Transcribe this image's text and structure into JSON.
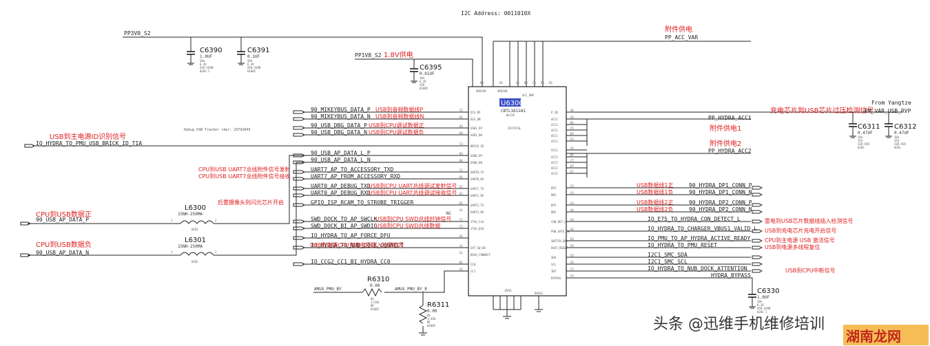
{
  "header": {
    "i2c_address": "I2C Address: 0011010X"
  },
  "rails": {
    "pp3v0": "PP3V0_S2",
    "pp1v8": "PP1V8_S2",
    "pp1v8_note": "1.8V供电",
    "acc_var": "PP_ACC_VAR",
    "acc_var_note": "附件供电",
    "hydra_acc1": "PP_HYDRA_ACC1",
    "hydra_acc1_note": "附件供电1",
    "hydra_acc2": "PP_HYDRA_ACC2",
    "hydra_acc2_note": "附件供电2",
    "usb_rvp": "PP_VAR_USB_RVP",
    "usb_rvp_note": "充电芯片到USB芯片过压检测信号",
    "from_yangtze": "From Yangtze"
  },
  "debug_tracker": "Debug USB Tracker rdar: 29792849",
  "ic": {
    "ref": "U6300",
    "part": "CBTL1612A1",
    "pkg": "WLCSP",
    "crit": "CRITICAL",
    "top_pins": [
      "VDD1V8",
      "VDD3V0",
      "ACC_PWR"
    ],
    "top_nums": [
      "H4",
      "H5",
      "A6",
      "B6",
      "C6",
      "D6",
      "E6"
    ],
    "bottom_pins": [
      "DVSS",
      "DVSS1"
    ],
    "bottom_nums": [
      "E3",
      "G3",
      "H1",
      "H6",
      "H7",
      "F4"
    ],
    "left_pins": [
      {
        "num": "C2",
        "name": "DIG_DP"
      },
      {
        "num": "D2",
        "name": "DIG_DN"
      },
      {
        "num": "D3",
        "name": "USB1_DP"
      },
      {
        "num": "D4",
        "name": "USB1_DN"
      },
      {
        "num": "F3",
        "name": "BRICK_ID"
      },
      {
        "num": "B3",
        "name": "USB0_DP"
      },
      {
        "num": "B4",
        "name": "USB0_DN"
      },
      {
        "num": "C1",
        "name": "UART0_TX"
      },
      {
        "num": "B1",
        "name": "UART0_RX"
      },
      {
        "num": "E1",
        "name": "UART1_TX"
      },
      {
        "num": "E2",
        "name": "UART1_RX"
      },
      {
        "num": "D1",
        "name": "UART2_TX"
      },
      {
        "num": "A1",
        "name": "UART2_RX"
      },
      {
        "num": "F1",
        "name": "JTAG_CLK"
      },
      {
        "num": "F2",
        "name": "JTAG_DIO"
      },
      {
        "num": "H2",
        "name": ""
      },
      {
        "num": "G2",
        "name": "EXT_SW_EN"
      },
      {
        "num": "G1",
        "name": "DOCK_CONNECT"
      },
      {
        "num": "B2",
        "name": "CC0"
      },
      {
        "num": "A2",
        "name": "CC1"
      }
    ],
    "right_pins": [
      {
        "num": "G6",
        "name": "P_IN"
      },
      {
        "num": "A5",
        "name": "ACC1"
      },
      {
        "num": "B5",
        "name": "ACC1"
      },
      {
        "num": "C5",
        "name": "ACC1"
      },
      {
        "num": "D5",
        "name": "ACC1"
      },
      {
        "num": "E5",
        "name": "ACC1"
      },
      {
        "num": "A7",
        "name": "ACC2"
      },
      {
        "num": "B7",
        "name": "ACC2"
      },
      {
        "num": "C7",
        "name": "ACC2"
      },
      {
        "num": "D7",
        "name": "ACC2"
      },
      {
        "num": "E7",
        "name": "ACC2"
      },
      {
        "num": "C3",
        "name": "DP1"
      },
      {
        "num": "C4",
        "name": "DN1"
      },
      {
        "num": "A3",
        "name": "DP2"
      },
      {
        "num": "A4",
        "name": "DN2"
      },
      {
        "num": "G4",
        "name": "CON_DET_L"
      },
      {
        "num": "H3",
        "name": "POW_GATE_EN"
      },
      {
        "num": "E4",
        "name": "SWITCH_EN"
      },
      {
        "num": "F6",
        "name": "HOST_RESET"
      },
      {
        "num": "G5",
        "name": "SDA"
      },
      {
        "num": "G5",
        "name": "SCL"
      },
      {
        "num": "F7",
        "name": "INT"
      },
      {
        "num": "F5",
        "name": "BYPASS"
      }
    ],
    "nc": "NC"
  },
  "left_nets": [
    {
      "net": "90_MIKEYBUS_DATA_P",
      "note": "USB到音频数据线P"
    },
    {
      "net": "90_MIKEYBUS_DATA_N",
      "note": "USB到音频数据线N"
    },
    {
      "net": "90_USB_DBG_DATA_P",
      "note": "USB到CPU调试数据正"
    },
    {
      "net": "90_USB_DBG_DATA_N",
      "note": "USB到CPU调试数据负"
    },
    {
      "net": "IO_HYDRA_TO_PMU_USB_BRICK_ID_TIA",
      "note": "USB到主电源ID识别信号"
    },
    {
      "net": "90_USB_AP_DATA_L_P",
      "note": ""
    },
    {
      "net": "90_USB_AP_DATA_L_N",
      "note": ""
    },
    {
      "net": "UART7_AP_TO_ACCESSORY_TXD",
      "note": "CPU到USB UART7总线附件信号发射"
    },
    {
      "net": "UART7_AP_FROM_ACCESSORY_RXD",
      "note": "CPU到USB UART7总线附件信号接收"
    },
    {
      "net": "UART0_AP_DEBUG_TXD",
      "note": "USB到CPU UART总线调试发射信号"
    },
    {
      "net": "UART0_AP_DEBUG_RXD",
      "note": "USB到CPU UART总线调试接收信号"
    },
    {
      "net": "GPIO_ISP_RCAM_TO_STROBE_TRIGGER",
      "note": "后置摄像头到闪光芯片开启"
    },
    {
      "net": "SWD_DOCK_TO_AP_SWCLK",
      "note": "USB到CPU SWD总线时钟信号"
    },
    {
      "net": "SWD_DOCK_BI_AP_SWDIO",
      "note": "USB到CPU SWD总线数据"
    },
    {
      "net": "IO_HYDRA_TO_AP_FORCE_DFU",
      "note": ""
    },
    {
      "net": "IO_HYDRA_TO_NUB_DOCK_CONNECT",
      "note": "USB到电源CPU充电电压插入检测信号"
    },
    {
      "net": "IO_CCG2_CC1_BI_HYDRA_CC0",
      "note": ""
    }
  ],
  "usb_ap": [
    {
      "net": "90_USB_AP_DATA_P",
      "note": "CPU到USB数据正",
      "ref": "L6300",
      "val": "15NH-250MA",
      "pkg": "0201"
    },
    {
      "net": "90_USB_AP_DATA_N",
      "note": "CPU到USB数据负",
      "ref": "L6301",
      "val": "15NH-250MA",
      "pkg": "0201"
    }
  ],
  "right_nets": [
    {
      "net": "90_HYDRA_DP1_CONN_P",
      "note": "USB数据线1正"
    },
    {
      "net": "90_HYDRA_DP1_CONN_N",
      "note": "USB数据线1负"
    },
    {
      "net": "90_HYDRA_DP2_CONN_P",
      "note": "USB数据线2正"
    },
    {
      "net": "90_HYDRA_DP2_CONN_N",
      "note": "USB数据线2负"
    },
    {
      "net": "IO_E75_TO_HYDRA_CON_DETECT_L",
      "note": "雷电到USB芯片数据线插入检测信号"
    },
    {
      "net": "IO_HYDRA_TO_CHARGER_VBUS1_VALID_L",
      "note": "USB到充电芯片充电开启信号"
    },
    {
      "net": "IO_PMU_TO_AP_HYDRA_ACTIVE_READY",
      "note": "CPU到主电源 USB 激活信号"
    },
    {
      "net": "IO_HYDRA_TO_PMU_RESET",
      "note": "USB到电源多线程复位"
    },
    {
      "net": "I2C1_SMC_SDA",
      "note": ""
    },
    {
      "net": "I2C1_SMC_SCL",
      "note": ""
    },
    {
      "net": "IO_HYDRA_TO_NUB_DOCK_ATTENTION",
      "note": "USB到CPU中断信号"
    },
    {
      "net": "HYDRA_BYPASS",
      "note": ""
    }
  ],
  "caps": [
    {
      "ref": "C6390",
      "val": "1.0UF",
      "spec": [
        "20%",
        "6.3V",
        "X5R-CERM",
        "0201-1"
      ]
    },
    {
      "ref": "C6391",
      "val": "0.1UF",
      "spec": [
        "20%",
        "6.3V",
        "X5R-CERM",
        "01005"
      ]
    },
    {
      "ref": "C6395",
      "val": "0.01UF",
      "spec": [
        "10%",
        "6.3V",
        "X5R",
        "01005"
      ]
    },
    {
      "ref": "C6311",
      "val": "0.47UF",
      "spec": [
        "10%",
        "35V",
        "CER-X5R",
        "0201"
      ]
    },
    {
      "ref": "C6312",
      "val": "0.47UF",
      "spec": [
        "10%",
        "35V",
        "CER-X5R",
        "0201"
      ]
    },
    {
      "ref": "C6330",
      "val": "1.0UF",
      "spec": [
        "20%",
        "6.3V",
        "X5R-CERM",
        "0201-1"
      ]
    }
  ],
  "resistors": [
    {
      "ref": "R6310",
      "val": "0.00",
      "spec": [
        "0%",
        "1/32W",
        "MF",
        "01005"
      ]
    },
    {
      "ref": "R6311",
      "val": "0.00",
      "spec": [
        "0%",
        "1/32W",
        "MF",
        "01005"
      ]
    }
  ],
  "amux": {
    "left": "AMUX_PMU_BY",
    "right": "AMUX_PMU_BY_R"
  },
  "watermark": "头条 @迅维手机维修培训",
  "corner_logo": "湖南龙网"
}
